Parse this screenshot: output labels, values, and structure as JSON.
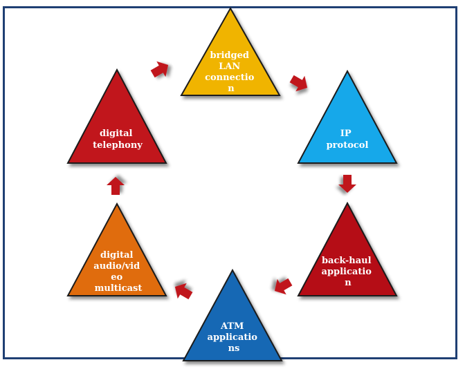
{
  "diagram": {
    "nodes": [
      {
        "id": "bridged-lan",
        "lines": [
          "bridged",
          "LAN",
          "connectio",
          "n"
        ],
        "color": "#f0b400"
      },
      {
        "id": "ip-protocol",
        "lines": [
          "IP",
          "protocol"
        ],
        "color": "#18a8ea"
      },
      {
        "id": "back-haul",
        "lines": [
          "back-haul",
          "applicatio",
          "n"
        ],
        "color": "#b50712"
      },
      {
        "id": "atm",
        "lines": [
          "ATM",
          "applicatio",
          "ns"
        ],
        "color": "#1767b4"
      },
      {
        "id": "digital-av",
        "lines": [
          "digital",
          "audio/vid",
          "eo",
          "multicast"
        ],
        "color": "#e06c10"
      },
      {
        "id": "digital-telephony",
        "lines": [
          "digital",
          "telephony"
        ],
        "color": "#c1141a"
      }
    ],
    "arrow_color": "#c0141c",
    "border_color": "#1f3f73"
  }
}
